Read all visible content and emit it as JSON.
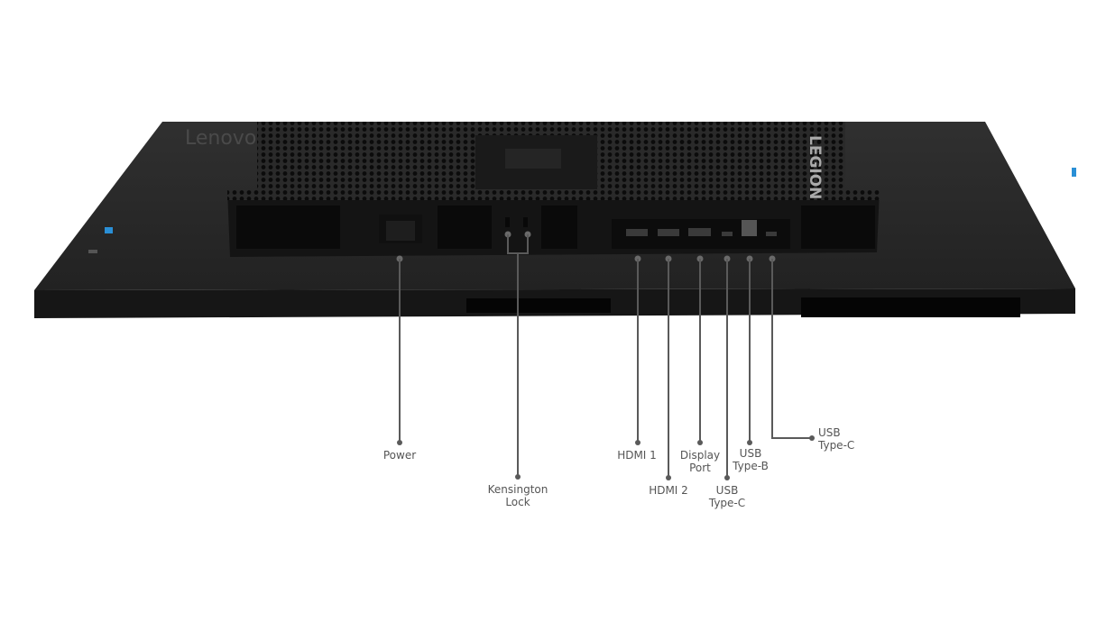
{
  "product": {
    "brand_text": "Lenovo",
    "logo_text": "LEGION"
  },
  "callouts": {
    "power": "Power",
    "kensington_1": "Kensington",
    "kensington_2": "Lock",
    "hdmi1": "HDMI 1",
    "hdmi2": "HDMI 2",
    "displayport_1": "Display",
    "displayport_2": "Port",
    "usbc1_1": "USB",
    "usbc1_2": "Type-C",
    "usbb_1": "USB",
    "usbb_2": "Type-B",
    "usbc2_1": "USB",
    "usbc2_2": "Type-C"
  },
  "colors": {
    "body": "#1c1c1c",
    "accent": "#2a8fd6",
    "leader": "#5a5a5a"
  }
}
